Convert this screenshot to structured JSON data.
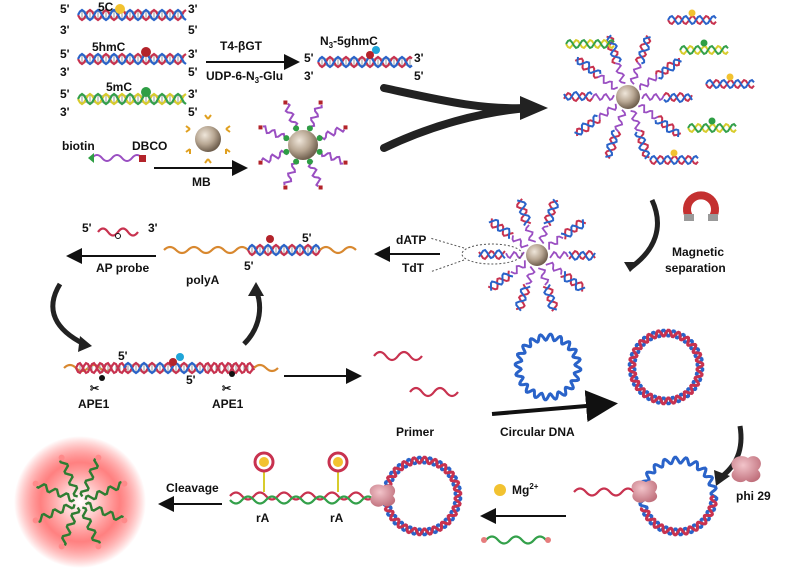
{
  "dna_inputs": [
    {
      "label": "5C",
      "top5": "5'",
      "top3": "3'",
      "bot3": "3'",
      "bot5": "5'",
      "mark_color": "#f2c230"
    },
    {
      "label": "5hmC",
      "top5": "5'",
      "top3": "3'",
      "bot3": "3'",
      "bot5": "5'",
      "mark_color": "#b3232a"
    },
    {
      "label": "5mC",
      "top5": "5'",
      "top3": "3'",
      "bot3": "3'",
      "bot5": "5'",
      "mark_color": "#2e9e44"
    }
  ],
  "glucosylation": {
    "enzyme": "T4-βGT",
    "substrate": "UDP-6-N",
    "substrate_sub": "3",
    "substrate_tail": "-Glu",
    "product_pre": "N",
    "product_sub": "3",
    "product_tail": "-5ghmC",
    "top5": "5'",
    "top3": "3'",
    "bot3": "3'",
    "bot5": "5'",
    "mark_color": "#1fa5d8"
  },
  "linker": {
    "left_label": "biotin",
    "right_label": "DBCO"
  },
  "bead_step": {
    "label": "MB"
  },
  "magnetic": {
    "label_line1": "Magnetic",
    "label_line2": "separation"
  },
  "tailing": {
    "dATP": "dATP",
    "TdT": "TdT"
  },
  "polyA_strand": {
    "label": "polyA",
    "end5_top": "5'",
    "end5_bottom": "5'"
  },
  "ap_probe": {
    "label": "AP probe",
    "end5": "5'",
    "end3": "3'"
  },
  "ape1": {
    "left_label": "APE1",
    "right_label": "APE1",
    "end5_top": "5'",
    "end5_bottom": "5'"
  },
  "primer": {
    "label": "Primer"
  },
  "circular": {
    "label": "Circular DNA"
  },
  "polymerase": {
    "label": "phi 29"
  },
  "mg": {
    "label": "Mg",
    "sup": "2+"
  },
  "dnazyme": {
    "rA_left": "rA",
    "rA_right": "rA"
  },
  "cleavage": {
    "label": "Cleavage"
  },
  "colors": {
    "dna_red": "#c8324f",
    "dna_blue": "#2a63c9",
    "dna_yellow": "#d8cc2c",
    "dna_green": "#33a04a",
    "linker_purple": "#9a4fc2",
    "polyA_orange": "#d8882f",
    "bead": "#b8a793",
    "glow": "#ff3a3a"
  }
}
